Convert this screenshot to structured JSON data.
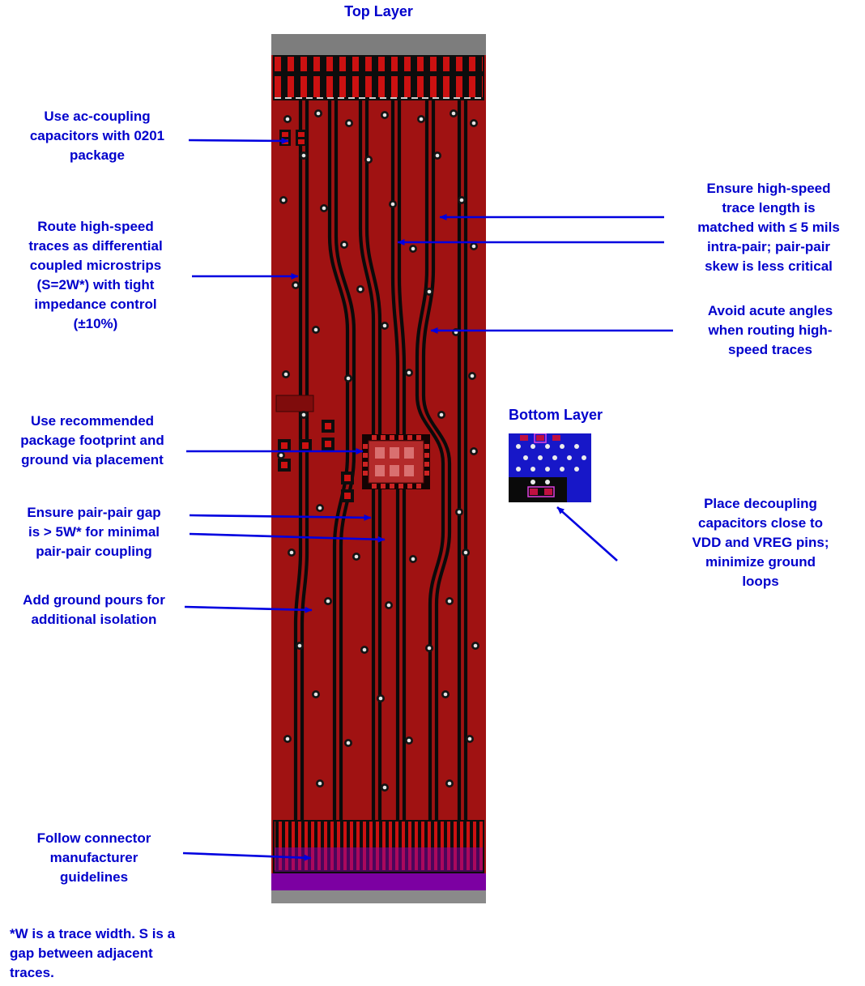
{
  "titles": {
    "top_layer": "Top Layer",
    "bottom_layer": "Bottom Layer"
  },
  "annotations": {
    "ac_coupling": "Use ac-coupling\ncapacitors with 0201\npackage",
    "diff_routing": "Route high-speed\ntraces as differential\ncoupled microstrips\n(S=2W*) with tight\nimpedance control\n(±10%)",
    "footprint": "Use recommended\npackage footprint and\nground via placement",
    "pair_gap": "Ensure pair-pair gap\nis > 5W* for minimal\npair-pair coupling",
    "ground_pours": "Add ground pours for\nadditional isolation",
    "connector": "Follow connector\nmanufacturer\nguidelines",
    "trace_match": "Ensure high-speed\ntrace length is\nmatched with ≤ 5 mils\nintra-pair;  pair-pair\nskew is less critical",
    "acute_angles": "Avoid acute angles\nwhen routing high-\nspeed traces",
    "decoupling": "Place decoupling\ncapacitors close to\nVDD and VREG pins;\nminimize ground\nloops",
    "footnote": "*W is a trace width.  S is a\ngap between adjacent\ntraces."
  },
  "colors": {
    "annotation_blue": "#0000CC",
    "arrow_blue": "#0000E0",
    "board_red": "#A01212",
    "trace_black": "#0A0A0A",
    "pad_red": "#CC1111",
    "connector_purple": "#7C00A2",
    "bottom_layer_blue": "#1717C8",
    "frame_gray": "#7D7D7D"
  }
}
